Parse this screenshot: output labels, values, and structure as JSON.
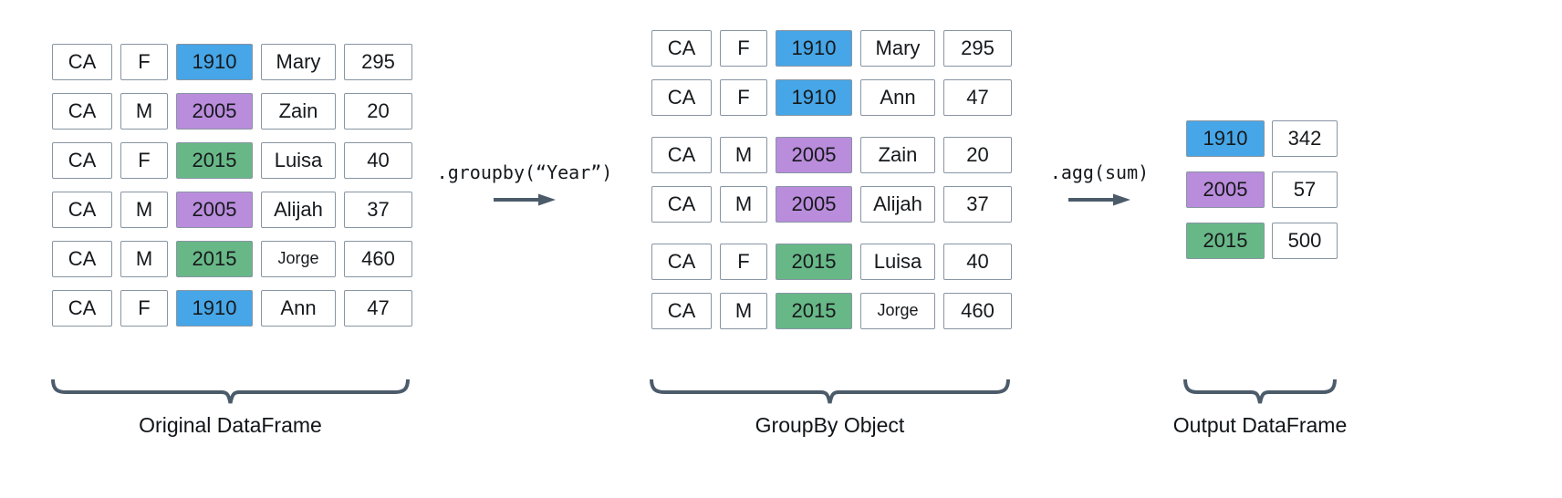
{
  "colors": {
    "year_1910": "#46a6e7",
    "year_2005": "#ba8cdc",
    "year_2015": "#68b887",
    "border": "#8895a3",
    "accent": "#4c5b6a",
    "text": "#16191c"
  },
  "original": {
    "caption": "Original DataFrame",
    "rows": [
      {
        "state": "CA",
        "sex": "F",
        "year": "1910",
        "name": "Mary",
        "count": "295"
      },
      {
        "state": "CA",
        "sex": "M",
        "year": "2005",
        "name": "Zain",
        "count": "20"
      },
      {
        "state": "CA",
        "sex": "F",
        "year": "2015",
        "name": "Luisa",
        "count": "40"
      },
      {
        "state": "CA",
        "sex": "M",
        "year": "2005",
        "name": "Alijah",
        "count": "37"
      },
      {
        "state": "CA",
        "sex": "M",
        "year": "2015",
        "name": "Jorge",
        "count": "460"
      },
      {
        "state": "CA",
        "sex": "F",
        "year": "1910",
        "name": "Ann",
        "count": "47"
      }
    ]
  },
  "groupby": {
    "caption": "GroupBy Object",
    "operation": ".groupby(“Year”)",
    "groups": [
      {
        "year": "1910",
        "rows": [
          {
            "state": "CA",
            "sex": "F",
            "year": "1910",
            "name": "Mary",
            "count": "295"
          },
          {
            "state": "CA",
            "sex": "F",
            "year": "1910",
            "name": "Ann",
            "count": "47"
          }
        ]
      },
      {
        "year": "2005",
        "rows": [
          {
            "state": "CA",
            "sex": "M",
            "year": "2005",
            "name": "Zain",
            "count": "20"
          },
          {
            "state": "CA",
            "sex": "M",
            "year": "2005",
            "name": "Alijah",
            "count": "37"
          }
        ]
      },
      {
        "year": "2015",
        "rows": [
          {
            "state": "CA",
            "sex": "F",
            "year": "2015",
            "name": "Luisa",
            "count": "40"
          },
          {
            "state": "CA",
            "sex": "M",
            "year": "2015",
            "name": "Jorge",
            "count": "460"
          }
        ]
      }
    ]
  },
  "output": {
    "caption": "Output DataFrame",
    "operation": ".agg(sum)",
    "rows": [
      {
        "year": "1910",
        "sum": "342"
      },
      {
        "year": "2005",
        "sum": "57"
      },
      {
        "year": "2015",
        "sum": "500"
      }
    ]
  }
}
